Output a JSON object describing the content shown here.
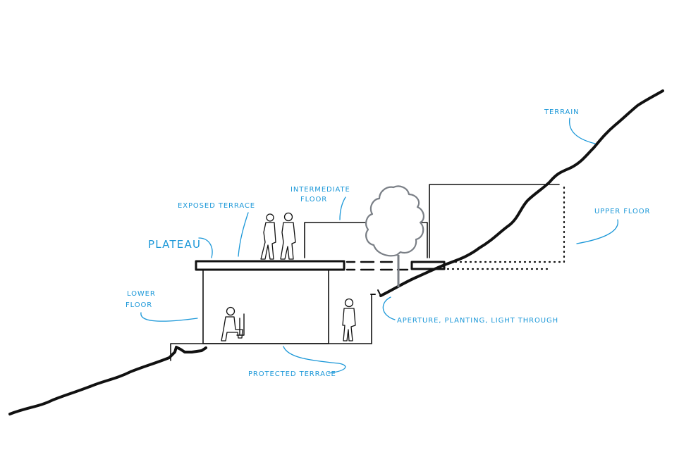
{
  "labels": {
    "terrain": "Terrain",
    "intermediate_floor_1": "Intermediate",
    "intermediate_floor_2": "Floor",
    "exposed_terrace": "Exposed Terrace",
    "plateau": "Plateau",
    "upper_floor": "Upper Floor",
    "lower_floor_1": "Lower",
    "lower_floor_2": "Floor",
    "aperture": "Aperture, Planting, Light Through",
    "protected_terrace": "Protected Terrace"
  },
  "colors": {
    "annotation": "#1a97d8",
    "ink": "#111111",
    "tree": "#7a7f86"
  }
}
